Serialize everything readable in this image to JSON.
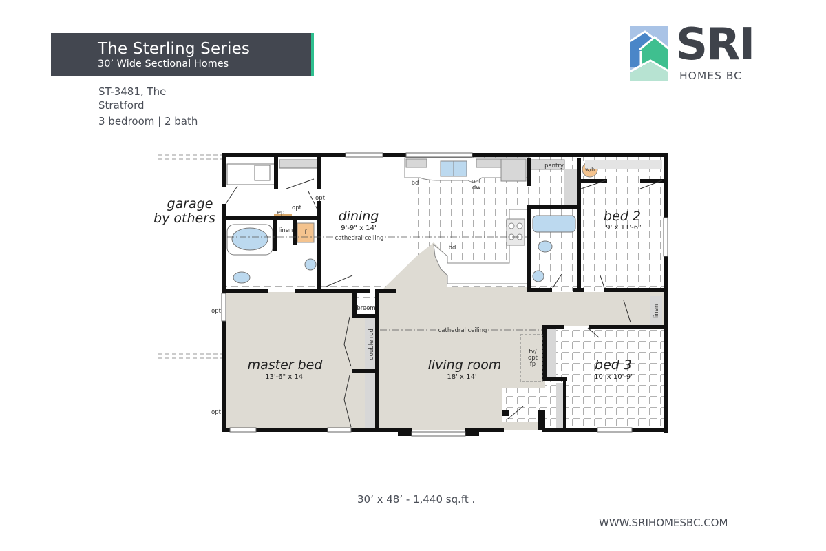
{
  "header": {
    "series_title": "The Sterling Series",
    "series_subtitle": "30’ Wide Sectional Homes",
    "model_line1": "ST-3481, The",
    "model_line2": "Stratford",
    "bed_bath": "3 bedroom | 2 bath"
  },
  "logo": {
    "wordmark": "SRI",
    "subtext": "HOMES BC",
    "colors": {
      "blue": "#4a86c8",
      "green": "#3fbf8f",
      "light_blue": "#a9c3e6",
      "light_green": "#b7e3d2",
      "text": "#3f434b"
    }
  },
  "floorplan": {
    "rooms": [
      {
        "name": "dining",
        "dims": "9'-9\" x 14'",
        "note": "cathedral ceiling"
      },
      {
        "name": "bed 2",
        "dims": "9' x 11'-6\""
      },
      {
        "name": "master bed",
        "dims": "13'-6\" x 14'"
      },
      {
        "name": "living room",
        "dims": "18' x 14'",
        "note": "cathedral ceiling"
      },
      {
        "name": "bed 3",
        "dims": "10' x 10'-9\""
      }
    ],
    "garage_label_line1": "garage",
    "garage_label_line2": "by others",
    "labels": {
      "pantry": "pantry",
      "wh": "w/h",
      "bd1": "bd",
      "bd2": "bd",
      "opt_dw_1": "opt",
      "opt_dw_2": "dw",
      "opt1": "opt",
      "opt2": "opt",
      "ep": "ep",
      "linen1": "linen",
      "f": "f",
      "broom": "broom",
      "double_rod": "double rod",
      "linen2": "linen",
      "tv1": "tv/",
      "tv2": "opt",
      "tv3": "fp",
      "opt_window1": "opt",
      "opt_window2": "opt"
    },
    "colors": {
      "carpet": "#dedbd3",
      "tile": "#ffffff",
      "wall": "#111111",
      "fixture": "#bcd9ef",
      "utility": "#f4c38e",
      "counter": "#d7d7d7"
    }
  },
  "footer": {
    "size": "30’ x 48’ - 1,440 sq.ft .",
    "url": "WWW.SRIHOMESBC.COM"
  }
}
